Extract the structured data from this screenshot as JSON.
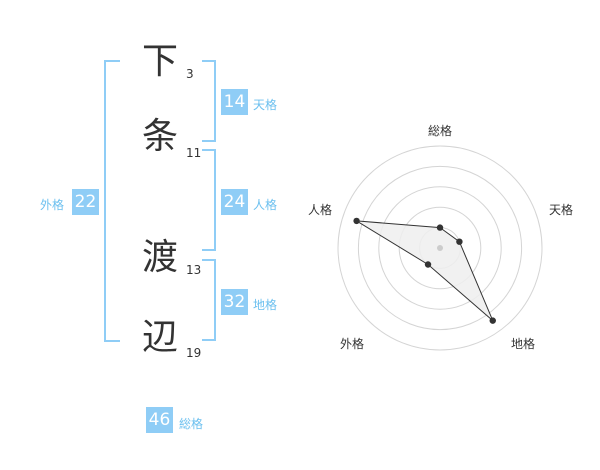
{
  "name": {
    "characters": [
      {
        "char": "下",
        "strokes": "3"
      },
      {
        "char": "条",
        "strokes": "11"
      },
      {
        "char": "渡",
        "strokes": "13"
      },
      {
        "char": "辺",
        "strokes": "19"
      }
    ]
  },
  "fortune": {
    "tenkaku": {
      "value": "14",
      "label": "天格"
    },
    "jinkaku": {
      "value": "24",
      "label": "人格"
    },
    "chikaku": {
      "value": "32",
      "label": "地格"
    },
    "gaikaku": {
      "value": "22",
      "label": "外格"
    },
    "soukaku": {
      "value": "46",
      "label": "総格"
    }
  },
  "radar": {
    "axes": [
      "総格",
      "天格",
      "地格",
      "外格",
      "人格"
    ],
    "scale_max": 5,
    "rings": 5,
    "values": [
      1.0,
      1.0,
      4.4,
      1.0,
      4.3
    ],
    "colors": {
      "grid": "#d4d4d4",
      "fill": "#eeeeee",
      "line": "#333333",
      "point": "#333333",
      "center": "#cccccc"
    }
  },
  "colors": {
    "accent": "#8fcdf6",
    "accent_text": "#6cc0ef",
    "text": "#333333"
  }
}
